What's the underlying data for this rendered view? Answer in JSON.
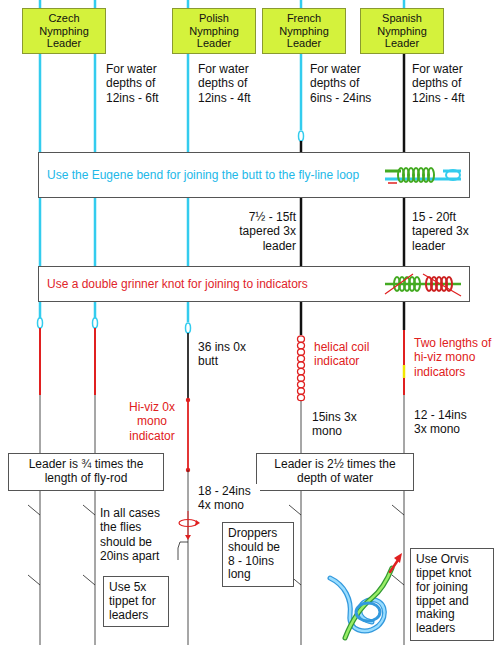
{
  "diagram": {
    "nodes": [
      {
        "text": [
          "Czech Nymphing Leader"
        ]
      },
      {
        "text": [
          "Polish Nymphing Leader"
        ]
      },
      {
        "text": [
          "French Nymphing Leader"
        ]
      },
      {
        "text": [
          "Spanish Nymphing Leader"
        ]
      },
      {
        "text": [
          "Use the Eugene bend for joining the butt to the fly-line loop"
        ]
      },
      {
        "text": [
          "Use a double grinner knot for joining to indicators"
        ]
      },
      {
        "text": [
          "Leader is ¾ times the length of fly-rod"
        ]
      },
      {
        "text": [
          "Leader is 2½ times the depth of water"
        ]
      },
      {
        "text": [
          "Droppers should be 8 - 10ins long"
        ]
      },
      {
        "text": [
          "Use 5x tippet for leaders"
        ]
      },
      {
        "text": [
          "Use Orvis tippet knot for joining tippet and making leaders"
        ]
      }
    ],
    "labels": [
      "For water depths of 12ins - 6ft",
      "For water depths of 12ins - 4ft",
      "For water depths of 6ins - 24ins",
      "For water depths of 12ins - 4ft",
      "7½ - 15ft tapered 3x leader",
      "15 - 20ft tapered 3x leader",
      "Hi-viz 0x mono indicator",
      "36 ins 0x butt",
      "18 - 24ins 4x mono",
      "helical coil indicator",
      "Two lengths of hi-viz mono indicators",
      "15ins 3x mono",
      "12 - 14ins 3x mono",
      "In all cases the flies should be 20ins apart"
    ]
  }
}
